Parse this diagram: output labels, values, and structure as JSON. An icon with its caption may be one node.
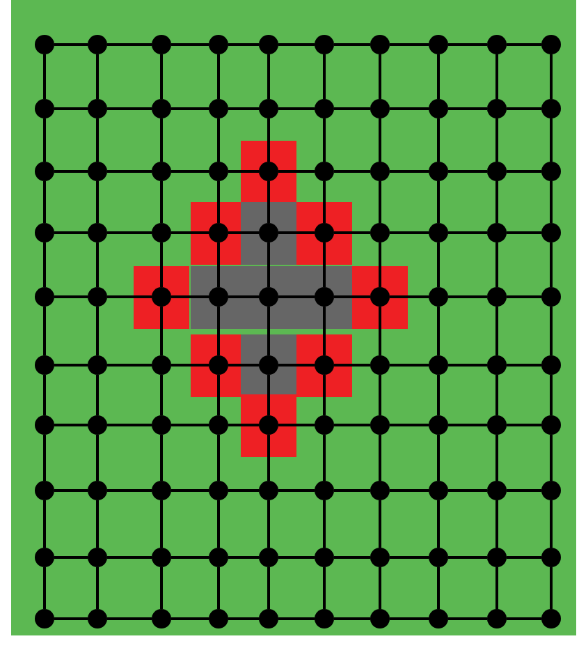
{
  "diagram": {
    "nodes": [
      {
        "text": [],
        "shape": "circle"
      },
      {
        "text": [],
        "shape": "circle"
      },
      {
        "text": [],
        "shape": "circle"
      },
      {
        "text": [],
        "shape": "circle"
      },
      {
        "text": [],
        "shape": "circle"
      },
      {
        "text": [],
        "shape": "circle"
      },
      {
        "text": [],
        "shape": "circle"
      },
      {
        "text": [],
        "shape": "circle"
      },
      {
        "text": [],
        "shape": "circle"
      },
      {
        "text": [],
        "shape": "circle"
      },
      {
        "text": [],
        "shape": "circle"
      },
      {
        "text": [],
        "shape": "circle"
      },
      {
        "text": [],
        "shape": "circle"
      },
      {
        "text": [],
        "shape": "circle"
      },
      {
        "text": [],
        "shape": "circle"
      },
      {
        "text": [],
        "shape": "circle"
      },
      {
        "text": [],
        "shape": "circle"
      },
      {
        "text": [],
        "shape": "circle"
      },
      {
        "text": [],
        "shape": "circle"
      },
      {
        "text": [],
        "shape": "circle"
      },
      {
        "text": [],
        "shape": "circle"
      },
      {
        "text": [],
        "shape": "circle"
      },
      {
        "text": [],
        "shape": "circle"
      },
      {
        "text": [],
        "shape": "circle"
      },
      {
        "text": [],
        "shape": "circle"
      },
      {
        "text": [],
        "shape": "circle"
      },
      {
        "text": [],
        "shape": "circle"
      },
      {
        "text": [],
        "shape": "circle"
      },
      {
        "text": [],
        "shape": "circle"
      },
      {
        "text": [],
        "shape": "circle"
      },
      {
        "text": [],
        "shape": "circle"
      },
      {
        "text": [],
        "shape": "circle"
      },
      {
        "text": [],
        "shape": "circle"
      },
      {
        "text": [],
        "shape": "circle"
      },
      {
        "text": [],
        "shape": "circle"
      },
      {
        "text": [],
        "shape": "circle"
      },
      {
        "text": [],
        "shape": "circle"
      },
      {
        "text": [],
        "shape": "circle"
      },
      {
        "text": [],
        "shape": "circle"
      },
      {
        "text": [],
        "shape": "circle"
      },
      {
        "text": [],
        "shape": "circle"
      },
      {
        "text": [],
        "shape": "circle"
      },
      {
        "text": [],
        "shape": "circle"
      },
      {
        "text": [],
        "shape": "circle"
      },
      {
        "text": [],
        "shape": "circle"
      },
      {
        "text": [],
        "shape": "circle"
      },
      {
        "text": [],
        "shape": "circle"
      },
      {
        "text": [],
        "shape": "circle"
      },
      {
        "text": [],
        "shape": "circle"
      },
      {
        "text": [],
        "shape": "circle"
      },
      {
        "text": [],
        "shape": "circle"
      },
      {
        "text": [],
        "shape": "circle"
      },
      {
        "text": [],
        "shape": "circle"
      },
      {
        "text": [],
        "shape": "circle"
      },
      {
        "text": [],
        "shape": "circle"
      },
      {
        "text": [],
        "shape": "circle"
      },
      {
        "text": [],
        "shape": "circle"
      },
      {
        "text": [],
        "shape": "circle"
      },
      {
        "text": [],
        "shape": "circle"
      },
      {
        "text": [],
        "shape": "circle"
      },
      {
        "text": [],
        "shape": "circle"
      },
      {
        "text": [],
        "shape": "circle"
      },
      {
        "text": [],
        "shape": "circle"
      },
      {
        "text": [],
        "shape": "circle"
      },
      {
        "text": [],
        "shape": "circle"
      },
      {
        "text": [],
        "shape": "circle"
      },
      {
        "text": [],
        "shape": "circle"
      },
      {
        "text": [],
        "shape": "circle"
      },
      {
        "text": [],
        "shape": "circle"
      },
      {
        "text": [],
        "shape": "circle"
      },
      {
        "text": [],
        "shape": "circle"
      },
      {
        "text": [],
        "shape": "circle"
      },
      {
        "text": [],
        "shape": "circle"
      },
      {
        "text": [],
        "shape": "circle"
      },
      {
        "text": [],
        "shape": "circle"
      },
      {
        "text": [],
        "shape": "circle"
      },
      {
        "text": [],
        "shape": "circle"
      },
      {
        "text": [],
        "shape": "circle"
      },
      {
        "text": [],
        "shape": "circle"
      },
      {
        "text": [],
        "shape": "circle"
      },
      {
        "text": [],
        "shape": "circle"
      },
      {
        "text": [],
        "shape": "circle"
      },
      {
        "text": [],
        "shape": "circle"
      },
      {
        "text": [],
        "shape": "circle"
      },
      {
        "text": [],
        "shape": "circle"
      },
      {
        "text": [],
        "shape": "circle"
      },
      {
        "text": [],
        "shape": "circle"
      },
      {
        "text": [],
        "shape": "circle"
      },
      {
        "text": [],
        "shape": "circle"
      },
      {
        "text": [],
        "shape": "circle"
      },
      {
        "text": [],
        "shape": "circle"
      },
      {
        "text": [],
        "shape": "circle"
      },
      {
        "text": [],
        "shape": "circle"
      },
      {
        "text": [],
        "shape": "circle"
      },
      {
        "text": [],
        "shape": "circle"
      },
      {
        "text": [],
        "shape": "circle"
      },
      {
        "text": [],
        "shape": "circle"
      },
      {
        "text": [],
        "shape": "circle"
      },
      {
        "text": [],
        "shape": "circle"
      },
      {
        "text": [],
        "shape": "circle"
      }
    ],
    "edges": [
      {
        "from": 0,
        "to": 1,
        "arrow": "none"
      },
      {
        "from": 1,
        "to": 2,
        "arrow": "none"
      },
      {
        "from": 2,
        "to": 3,
        "arrow": "none"
      },
      {
        "from": 3,
        "to": 4,
        "arrow": "none"
      },
      {
        "from": 4,
        "to": 5,
        "arrow": "none"
      },
      {
        "from": 5,
        "to": 6,
        "arrow": "none"
      },
      {
        "from": 6,
        "to": 7,
        "arrow": "none"
      },
      {
        "from": 7,
        "to": 8,
        "arrow": "none"
      },
      {
        "from": 8,
        "to": 9,
        "arrow": "none"
      },
      {
        "from": 10,
        "to": 11,
        "arrow": "none"
      },
      {
        "from": 11,
        "to": 12,
        "arrow": "none"
      },
      {
        "from": 12,
        "to": 13,
        "arrow": "none"
      },
      {
        "from": 13,
        "to": 14,
        "arrow": "none"
      },
      {
        "from": 14,
        "to": 15,
        "arrow": "none"
      },
      {
        "from": 15,
        "to": 16,
        "arrow": "none"
      },
      {
        "from": 16,
        "to": 17,
        "arrow": "none"
      },
      {
        "from": 17,
        "to": 18,
        "arrow": "none"
      },
      {
        "from": 18,
        "to": 19,
        "arrow": "none"
      },
      {
        "from": 20,
        "to": 21,
        "arrow": "none"
      },
      {
        "from": 21,
        "to": 22,
        "arrow": "none"
      },
      {
        "from": 22,
        "to": 23,
        "arrow": "none"
      },
      {
        "from": 23,
        "to": 24,
        "arrow": "none"
      },
      {
        "from": 24,
        "to": 25,
        "arrow": "none"
      },
      {
        "from": 25,
        "to": 26,
        "arrow": "none"
      },
      {
        "from": 26,
        "to": 27,
        "arrow": "none"
      },
      {
        "from": 27,
        "to": 28,
        "arrow": "none"
      },
      {
        "from": 28,
        "to": 29,
        "arrow": "none"
      },
      {
        "from": 30,
        "to": 31,
        "arrow": "none"
      },
      {
        "from": 31,
        "to": 32,
        "arrow": "none"
      },
      {
        "from": 32,
        "to": 33,
        "arrow": "none"
      },
      {
        "from": 33,
        "to": 34,
        "arrow": "none"
      },
      {
        "from": 34,
        "to": 35,
        "arrow": "none"
      },
      {
        "from": 35,
        "to": 36,
        "arrow": "none"
      },
      {
        "from": 36,
        "to": 37,
        "arrow": "none"
      },
      {
        "from": 37,
        "to": 38,
        "arrow": "none"
      },
      {
        "from": 38,
        "to": 39,
        "arrow": "none"
      },
      {
        "from": 40,
        "to": 41,
        "arrow": "none"
      },
      {
        "from": 41,
        "to": 42,
        "arrow": "none"
      },
      {
        "from": 42,
        "to": 43,
        "arrow": "none"
      },
      {
        "from": 43,
        "to": 44,
        "arrow": "none"
      },
      {
        "from": 44,
        "to": 45,
        "arrow": "none"
      },
      {
        "from": 45,
        "to": 46,
        "arrow": "none"
      },
      {
        "from": 46,
        "to": 47,
        "arrow": "none"
      },
      {
        "from": 47,
        "to": 48,
        "arrow": "none"
      },
      {
        "from": 48,
        "to": 49,
        "arrow": "none"
      },
      {
        "from": 50,
        "to": 51,
        "arrow": "none"
      },
      {
        "from": 51,
        "to": 52,
        "arrow": "none"
      },
      {
        "from": 52,
        "to": 53,
        "arrow": "none"
      },
      {
        "from": 53,
        "to": 54,
        "arrow": "none"
      },
      {
        "from": 54,
        "to": 55,
        "arrow": "none"
      },
      {
        "from": 55,
        "to": 56,
        "arrow": "none"
      },
      {
        "from": 56,
        "to": 57,
        "arrow": "none"
      },
      {
        "from": 57,
        "to": 58,
        "arrow": "none"
      },
      {
        "from": 58,
        "to": 59,
        "arrow": "none"
      },
      {
        "from": 60,
        "to": 61,
        "arrow": "none"
      },
      {
        "from": 61,
        "to": 62,
        "arrow": "none"
      },
      {
        "from": 62,
        "to": 63,
        "arrow": "none"
      },
      {
        "from": 63,
        "to": 64,
        "arrow": "none"
      },
      {
        "from": 64,
        "to": 65,
        "arrow": "none"
      },
      {
        "from": 65,
        "to": 66,
        "arrow": "none"
      },
      {
        "from": 66,
        "to": 67,
        "arrow": "none"
      },
      {
        "from": 67,
        "to": 68,
        "arrow": "none"
      },
      {
        "from": 68,
        "to": 69,
        "arrow": "none"
      },
      {
        "from": 70,
        "to": 71,
        "arrow": "none"
      },
      {
        "from": 71,
        "to": 72,
        "arrow": "none"
      },
      {
        "from": 72,
        "to": 73,
        "arrow": "none"
      },
      {
        "from": 73,
        "to": 74,
        "arrow": "none"
      },
      {
        "from": 74,
        "to": 75,
        "arrow": "none"
      },
      {
        "from": 75,
        "to": 76,
        "arrow": "none"
      },
      {
        "from": 76,
        "to": 77,
        "arrow": "none"
      },
      {
        "from": 77,
        "to": 78,
        "arrow": "none"
      },
      {
        "from": 78,
        "to": 79,
        "arrow": "none"
      },
      {
        "from": 80,
        "to": 81,
        "arrow": "none"
      },
      {
        "from": 81,
        "to": 82,
        "arrow": "none"
      },
      {
        "from": 82,
        "to": 83,
        "arrow": "none"
      },
      {
        "from": 83,
        "to": 84,
        "arrow": "none"
      },
      {
        "from": 84,
        "to": 85,
        "arrow": "none"
      },
      {
        "from": 85,
        "to": 86,
        "arrow": "none"
      },
      {
        "from": 86,
        "to": 87,
        "arrow": "none"
      },
      {
        "from": 87,
        "to": 88,
        "arrow": "none"
      },
      {
        "from": 88,
        "to": 89,
        "arrow": "none"
      },
      {
        "from": 90,
        "to": 91,
        "arrow": "none"
      },
      {
        "from": 91,
        "to": 92,
        "arrow": "none"
      },
      {
        "from": 92,
        "to": 93,
        "arrow": "none"
      },
      {
        "from": 93,
        "to": 94,
        "arrow": "none"
      },
      {
        "from": 94,
        "to": 95,
        "arrow": "none"
      },
      {
        "from": 95,
        "to": 96,
        "arrow": "none"
      },
      {
        "from": 96,
        "to": 97,
        "arrow": "none"
      },
      {
        "from": 97,
        "to": 98,
        "arrow": "none"
      },
      {
        "from": 98,
        "to": 99,
        "arrow": "none"
      },
      {
        "from": 0,
        "to": 10,
        "arrow": "none"
      },
      {
        "from": 1,
        "to": 11,
        "arrow": "none"
      },
      {
        "from": 2,
        "to": 12,
        "arrow": "none"
      },
      {
        "from": 3,
        "to": 13,
        "arrow": "none"
      },
      {
        "from": 4,
        "to": 14,
        "arrow": "none"
      },
      {
        "from": 5,
        "to": 15,
        "arrow": "none"
      },
      {
        "from": 6,
        "to": 16,
        "arrow": "none"
      },
      {
        "from": 7,
        "to": 17,
        "arrow": "none"
      },
      {
        "from": 8,
        "to": 18,
        "arrow": "none"
      },
      {
        "from": 9,
        "to": 19,
        "arrow": "none"
      },
      {
        "from": 10,
        "to": 20,
        "arrow": "none"
      },
      {
        "from": 11,
        "to": 21,
        "arrow": "none"
      },
      {
        "from": 12,
        "to": 22,
        "arrow": "none"
      },
      {
        "from": 13,
        "to": 23,
        "arrow": "none"
      },
      {
        "from": 14,
        "to": 24,
        "arrow": "none"
      },
      {
        "from": 15,
        "to": 25,
        "arrow": "none"
      },
      {
        "from": 16,
        "to": 26,
        "arrow": "none"
      },
      {
        "from": 17,
        "to": 27,
        "arrow": "none"
      },
      {
        "from": 18,
        "to": 28,
        "arrow": "none"
      },
      {
        "from": 19,
        "to": 29,
        "arrow": "none"
      },
      {
        "from": 20,
        "to": 30,
        "arrow": "none"
      },
      {
        "from": 21,
        "to": 31,
        "arrow": "none"
      },
      {
        "from": 22,
        "to": 32,
        "arrow": "none"
      },
      {
        "from": 23,
        "to": 33,
        "arrow": "none"
      },
      {
        "from": 24,
        "to": 34,
        "arrow": "none"
      },
      {
        "from": 25,
        "to": 35,
        "arrow": "none"
      },
      {
        "from": 26,
        "to": 36,
        "arrow": "none"
      },
      {
        "from": 27,
        "to": 37,
        "arrow": "none"
      },
      {
        "from": 28,
        "to": 38,
        "arrow": "none"
      },
      {
        "from": 29,
        "to": 39,
        "arrow": "none"
      },
      {
        "from": 30,
        "to": 40,
        "arrow": "none"
      },
      {
        "from": 31,
        "to": 41,
        "arrow": "none"
      },
      {
        "from": 32,
        "to": 42,
        "arrow": "none"
      },
      {
        "from": 33,
        "to": 43,
        "arrow": "none"
      },
      {
        "from": 34,
        "to": 44,
        "arrow": "none"
      },
      {
        "from": 35,
        "to": 45,
        "arrow": "none"
      },
      {
        "from": 36,
        "to": 46,
        "arrow": "none"
      },
      {
        "from": 37,
        "to": 47,
        "arrow": "none"
      },
      {
        "from": 38,
        "to": 48,
        "arrow": "none"
      },
      {
        "from": 39,
        "to": 49,
        "arrow": "none"
      },
      {
        "from": 40,
        "to": 50,
        "arrow": "none"
      },
      {
        "from": 41,
        "to": 51,
        "arrow": "none"
      },
      {
        "from": 42,
        "to": 52,
        "arrow": "none"
      },
      {
        "from": 43,
        "to": 53,
        "arrow": "none"
      },
      {
        "from": 44,
        "to": 54,
        "arrow": "none"
      },
      {
        "from": 45,
        "to": 55,
        "arrow": "none"
      },
      {
        "from": 46,
        "to": 56,
        "arrow": "none"
      },
      {
        "from": 47,
        "to": 57,
        "arrow": "none"
      },
      {
        "from": 48,
        "to": 58,
        "arrow": "none"
      },
      {
        "from": 49,
        "to": 59,
        "arrow": "none"
      },
      {
        "from": 50,
        "to": 60,
        "arrow": "none"
      },
      {
        "from": 51,
        "to": 61,
        "arrow": "none"
      },
      {
        "from": 52,
        "to": 62,
        "arrow": "none"
      },
      {
        "from": 53,
        "to": 63,
        "arrow": "none"
      },
      {
        "from": 54,
        "to": 64,
        "arrow": "none"
      },
      {
        "from": 55,
        "to": 65,
        "arrow": "none"
      },
      {
        "from": 56,
        "to": 66,
        "arrow": "none"
      },
      {
        "from": 57,
        "to": 67,
        "arrow": "none"
      },
      {
        "from": 58,
        "to": 68,
        "arrow": "none"
      },
      {
        "from": 59,
        "to": 69,
        "arrow": "none"
      },
      {
        "from": 60,
        "to": 70,
        "arrow": "none"
      },
      {
        "from": 61,
        "to": 71,
        "arrow": "none"
      },
      {
        "from": 62,
        "to": 72,
        "arrow": "none"
      },
      {
        "from": 63,
        "to": 73,
        "arrow": "none"
      },
      {
        "from": 64,
        "to": 74,
        "arrow": "none"
      },
      {
        "from": 65,
        "to": 75,
        "arrow": "none"
      },
      {
        "from": 66,
        "to": 76,
        "arrow": "none"
      },
      {
        "from": 67,
        "to": 77,
        "arrow": "none"
      },
      {
        "from": 68,
        "to": 78,
        "arrow": "none"
      },
      {
        "from": 69,
        "to": 79,
        "arrow": "none"
      },
      {
        "from": 70,
        "to": 80,
        "arrow": "none"
      },
      {
        "from": 71,
        "to": 81,
        "arrow": "none"
      },
      {
        "from": 72,
        "to": 82,
        "arrow": "none"
      },
      {
        "from": 73,
        "to": 83,
        "arrow": "none"
      },
      {
        "from": 74,
        "to": 84,
        "arrow": "none"
      },
      {
        "from": 75,
        "to": 85,
        "arrow": "none"
      },
      {
        "from": 76,
        "to": 86,
        "arrow": "none"
      },
      {
        "from": 77,
        "to": 87,
        "arrow": "none"
      },
      {
        "from": 78,
        "to": 88,
        "arrow": "none"
      },
      {
        "from": 79,
        "to": 89,
        "arrow": "none"
      },
      {
        "from": 80,
        "to": 90,
        "arrow": "none"
      },
      {
        "from": 81,
        "to": 91,
        "arrow": "none"
      },
      {
        "from": 82,
        "to": 92,
        "arrow": "none"
      },
      {
        "from": 83,
        "to": 93,
        "arrow": "none"
      },
      {
        "from": 84,
        "to": 94,
        "arrow": "none"
      },
      {
        "from": 85,
        "to": 95,
        "arrow": "none"
      },
      {
        "from": 86,
        "to": 96,
        "arrow": "none"
      },
      {
        "from": 87,
        "to": 97,
        "arrow": "none"
      },
      {
        "from": 88,
        "to": 98,
        "arrow": "none"
      },
      {
        "from": 89,
        "to": 99,
        "arrow": "none"
      }
    ]
  }
}
